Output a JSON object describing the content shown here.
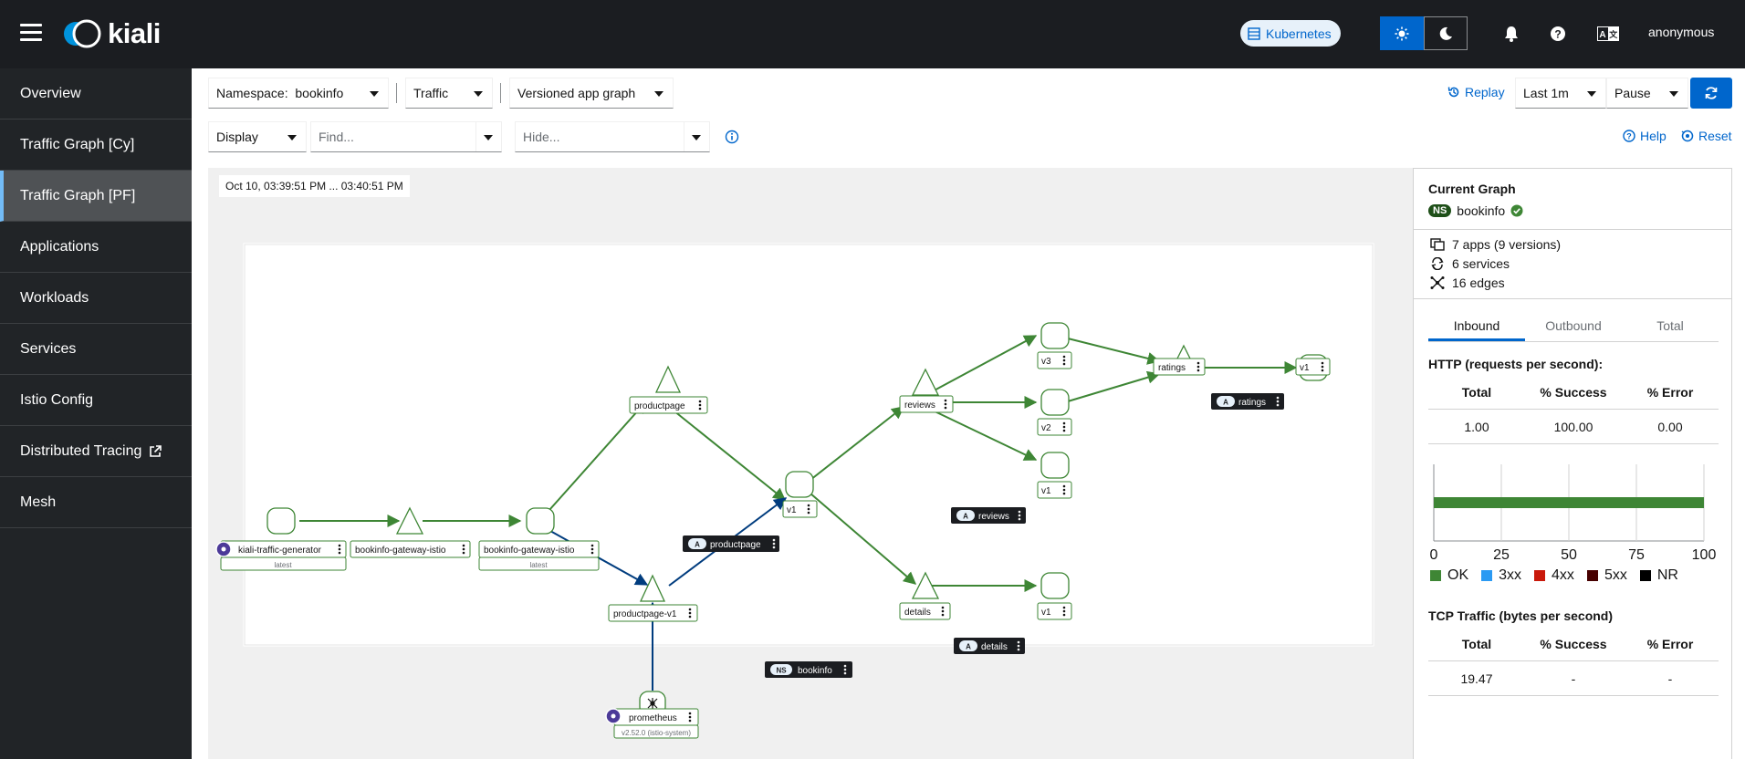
{
  "masthead": {
    "logo_text": "kiali",
    "cluster_label": "Kubernetes",
    "user": "anonymous"
  },
  "sidebar": {
    "items": [
      {
        "label": "Overview"
      },
      {
        "label": "Traffic Graph [Cy]"
      },
      {
        "label": "Traffic Graph [PF]"
      },
      {
        "label": "Applications"
      },
      {
        "label": "Workloads"
      },
      {
        "label": "Services"
      },
      {
        "label": "Istio Config"
      },
      {
        "label": "Distributed Tracing"
      },
      {
        "label": "Mesh"
      }
    ],
    "active": "Traffic Graph [PF]"
  },
  "toolbar": {
    "namespace_label": "Namespace:",
    "namespace_value": "bookinfo",
    "traffic_label": "Traffic",
    "graph_type": "Versioned app graph",
    "replay_label": "Replay",
    "duration": "Last 1m",
    "refresh": "Pause",
    "display_label": "Display",
    "find_placeholder": "Find...",
    "hide_placeholder": "Hide...",
    "help_label": "Help",
    "reset_label": "Reset"
  },
  "graph": {
    "timestamp": "Oct 10, 03:39:51 PM ... 03:40:51 PM",
    "nodes": {
      "ktg": "kiali-traffic-generator",
      "ktg_sub": "latest",
      "gw_svc": "bookinfo-gateway-istio",
      "gw_wl": "bookinfo-gateway-istio",
      "gw_wl_sub": "latest",
      "pp_svc": "productpage",
      "pp_v1_wl": "productpage-v1",
      "pp_v1": "v1",
      "pp_box": "productpage",
      "rev_svc": "reviews",
      "rev_v3": "v3",
      "rev_v2": "v2",
      "rev_v1": "v1",
      "rev_box": "reviews",
      "rat_svc": "ratings",
      "rat_v1": "v1",
      "rat_box": "ratings",
      "det_svc": "details",
      "det_v1": "v1",
      "det_box": "details",
      "prom": "prometheus",
      "prom_sub": "v2.52.0 (istio-system)",
      "ns_box": "bookinfo"
    },
    "badges": {
      "app": "A",
      "ns": "NS"
    },
    "colors": {
      "healthy": "#3e8635",
      "tcp": "#003c7e",
      "dark": "#1b1d21"
    }
  },
  "panel": {
    "title": "Current Graph",
    "ns_badge": "NS",
    "namespace": "bookinfo",
    "apps": "7 apps (9 versions)",
    "services": "6 services",
    "edges": "16 edges",
    "tabs": [
      "Inbound",
      "Outbound",
      "Total"
    ],
    "active_tab": "Inbound",
    "http_title": "HTTP (requests per second):",
    "http_headers": [
      "Total",
      "% Success",
      "% Error"
    ],
    "http_row": [
      "1.00",
      "100.00",
      "0.00"
    ],
    "chart_ticks": [
      "0",
      "25",
      "50",
      "75",
      "100"
    ],
    "ok_percent": 100,
    "legend": [
      {
        "label": "OK",
        "color": "#3e8635"
      },
      {
        "label": "3xx",
        "color": "#2b9af3"
      },
      {
        "label": "4xx",
        "color": "#c9190b"
      },
      {
        "label": "5xx",
        "color": "#470000"
      },
      {
        "label": "NR",
        "color": "#000000"
      }
    ],
    "tcp_title": "TCP Traffic (bytes per second)",
    "tcp_headers": [
      "Total",
      "% Success",
      "% Error"
    ],
    "tcp_row": [
      "19.47",
      "-",
      "-"
    ]
  }
}
